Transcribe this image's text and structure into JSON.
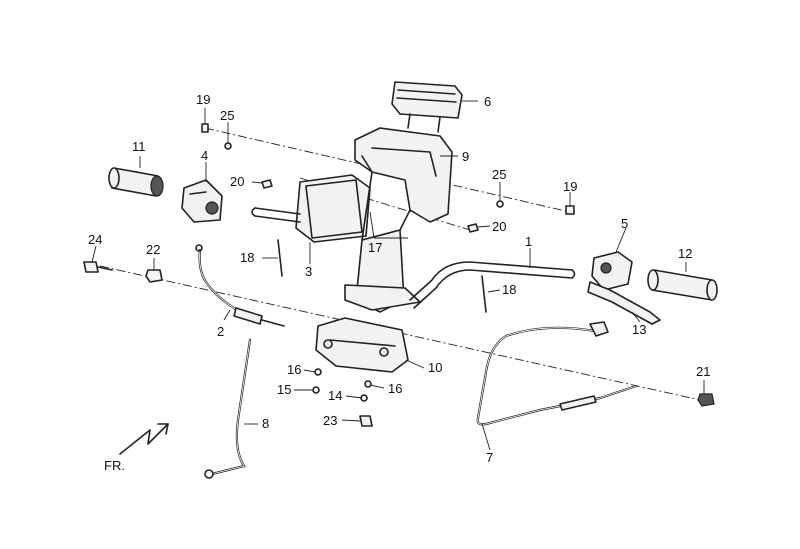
{
  "callouts": {
    "p1": "1",
    "p2": "2",
    "p3": "3",
    "p4": "4",
    "p5": "5",
    "p6": "6",
    "p7": "7",
    "p8": "8",
    "p9": "9",
    "p10": "10",
    "p11": "11",
    "p12": "12",
    "p13": "13",
    "p14": "14",
    "p15": "15",
    "p16a": "16",
    "p16b": "16",
    "p17": "17",
    "p18a": "18",
    "p18b": "18",
    "p19a": "19",
    "p19b": "19",
    "p20a": "20",
    "p20b": "20",
    "p21": "21",
    "p22": "22",
    "p23": "23",
    "p24": "24",
    "p25a": "25",
    "p25b": "25"
  },
  "direction_label": "FR."
}
